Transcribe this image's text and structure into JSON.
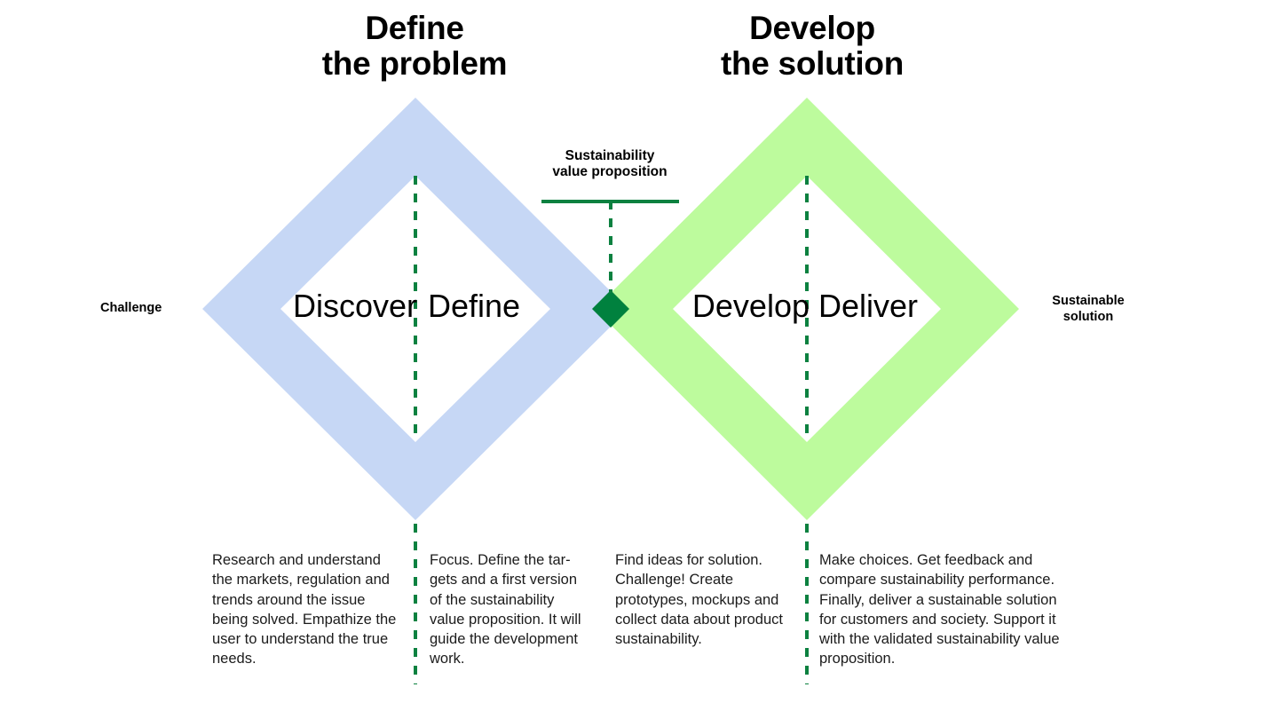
{
  "headings": {
    "left": "Define\nthe problem",
    "right": "Develop\nthe solution"
  },
  "side_labels": {
    "start": "Challenge",
    "end": "Sustainable\nsolution"
  },
  "callout": {
    "text": "Sustainability\nvalue proposition"
  },
  "phases": [
    {
      "key": "discover",
      "word": "Discover",
      "description": "Research and understand the markets, regulation and trends around the issue being solved. Empathize the user to understand the true needs."
    },
    {
      "key": "define",
      "word": "Define",
      "description": "Focus. Define the tar-gets and a first version of the sustainability value proposition. It will guide the development work."
    },
    {
      "key": "develop",
      "word": "Develop",
      "description": "Find ideas for solution. Challenge! Create prototypes, mockups and collect data about product sustainability."
    },
    {
      "key": "deliver",
      "word": "Deliver",
      "description": "Make choices. Get feedback and compare sustainability performance. Finally, deliver a sustainable solution for customers and society. Support it with the validated sustainability value proposition."
    }
  ],
  "colors": {
    "diamond_left": "#C6D7F5",
    "diamond_right": "#BDFB9D",
    "accent_green": "#0C8140",
    "text": "#000000",
    "background": "#FFFFFF"
  }
}
